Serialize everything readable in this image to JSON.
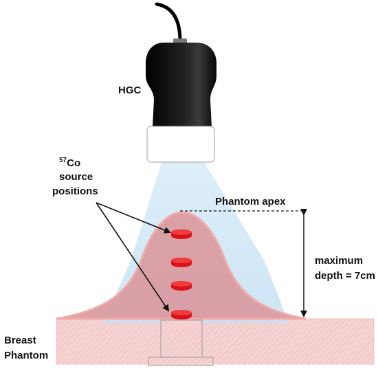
{
  "labels": {
    "detector": "HGC",
    "isotope_mass": "57",
    "isotope_symbol": "Co",
    "source_line1": "source",
    "source_line2": "positions",
    "apex": "Phantom apex",
    "depth_line1": "maximum",
    "depth_line2": "depth = 7cm",
    "phantom_line1": "Breast",
    "phantom_line2": "Phantom"
  },
  "colors": {
    "camera_body": "#0b0b0b",
    "camera_window": "#ffffff",
    "beam": "#cfe6f5",
    "phantom_fill": "#d9999e",
    "phantom_edge": "#f2aaa9",
    "base_fill": "#f5cfcf",
    "source_disc": "#d9111a"
  },
  "source_count": 4
}
